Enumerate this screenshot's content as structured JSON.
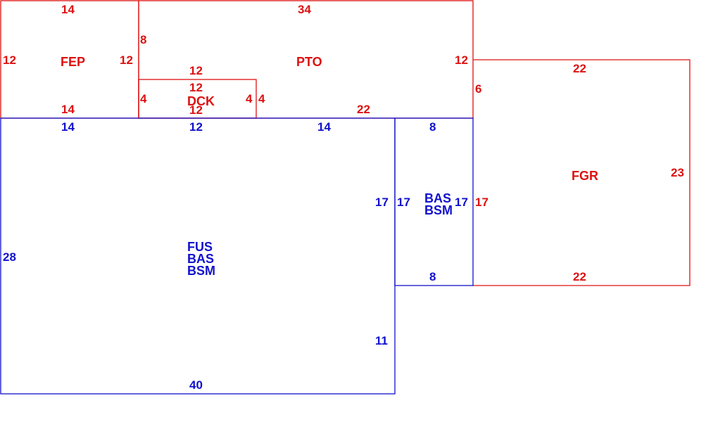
{
  "colors": {
    "upper": "#dd1111",
    "lower": "#1111cc",
    "background": "#ffffff"
  },
  "regions": {
    "fep": {
      "label": "FEP",
      "top": "14",
      "left": "12",
      "right": "12",
      "bottom": "14"
    },
    "pto": {
      "label": "PTO",
      "top": "34",
      "left": "8",
      "right": "12",
      "bottom": "22"
    },
    "dck": {
      "label": "DCK",
      "top": "12",
      "top_inner": "12",
      "bottom": "12",
      "left": "4",
      "right": "4",
      "right_outer": "4"
    },
    "fgr": {
      "label": "FGR",
      "top": "22",
      "left": "6",
      "right": "23",
      "bottom": "22",
      "left_lower": "17"
    },
    "main": {
      "labels": [
        "FUS",
        "BAS",
        "BSM"
      ],
      "top_left": "14",
      "top_mid": "12",
      "top_right": "14",
      "left": "28",
      "right_upper": "17",
      "right_lower": "11",
      "bottom": "40"
    },
    "bas": {
      "labels": [
        "BAS",
        "BSM"
      ],
      "top": "8",
      "left": "17",
      "right": "17",
      "bottom": "8"
    }
  }
}
